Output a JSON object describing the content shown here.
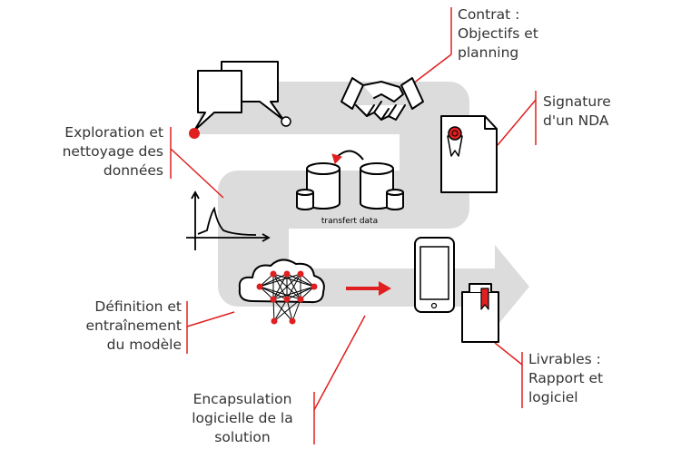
{
  "colors": {
    "path": "#dcdcdc",
    "accent": "#e02020",
    "ink": "#000000",
    "text": "#333333"
  },
  "labels": {
    "contrat": [
      "Contrat :",
      "Objectifs et",
      "planning"
    ],
    "nda": [
      "Signature",
      "d'un NDA"
    ],
    "exploration": [
      "Exploration et",
      "nettoyage des",
      "données"
    ],
    "definition": [
      "Définition et",
      "entraînement",
      "du modèle"
    ],
    "encapsulation": [
      "Encapsulation",
      "logicielle de la",
      "solution"
    ],
    "livrables": [
      "Livrables :",
      "Rapport et",
      "logiciel"
    ]
  },
  "transfer_caption": "transfert data",
  "icons": [
    "chat-bubbles-icon",
    "handshake-icon",
    "certificate-icon",
    "database-transfer-icon",
    "distribution-curve-icon",
    "neural-network-icon",
    "smartphone-icon",
    "report-book-icon"
  ]
}
